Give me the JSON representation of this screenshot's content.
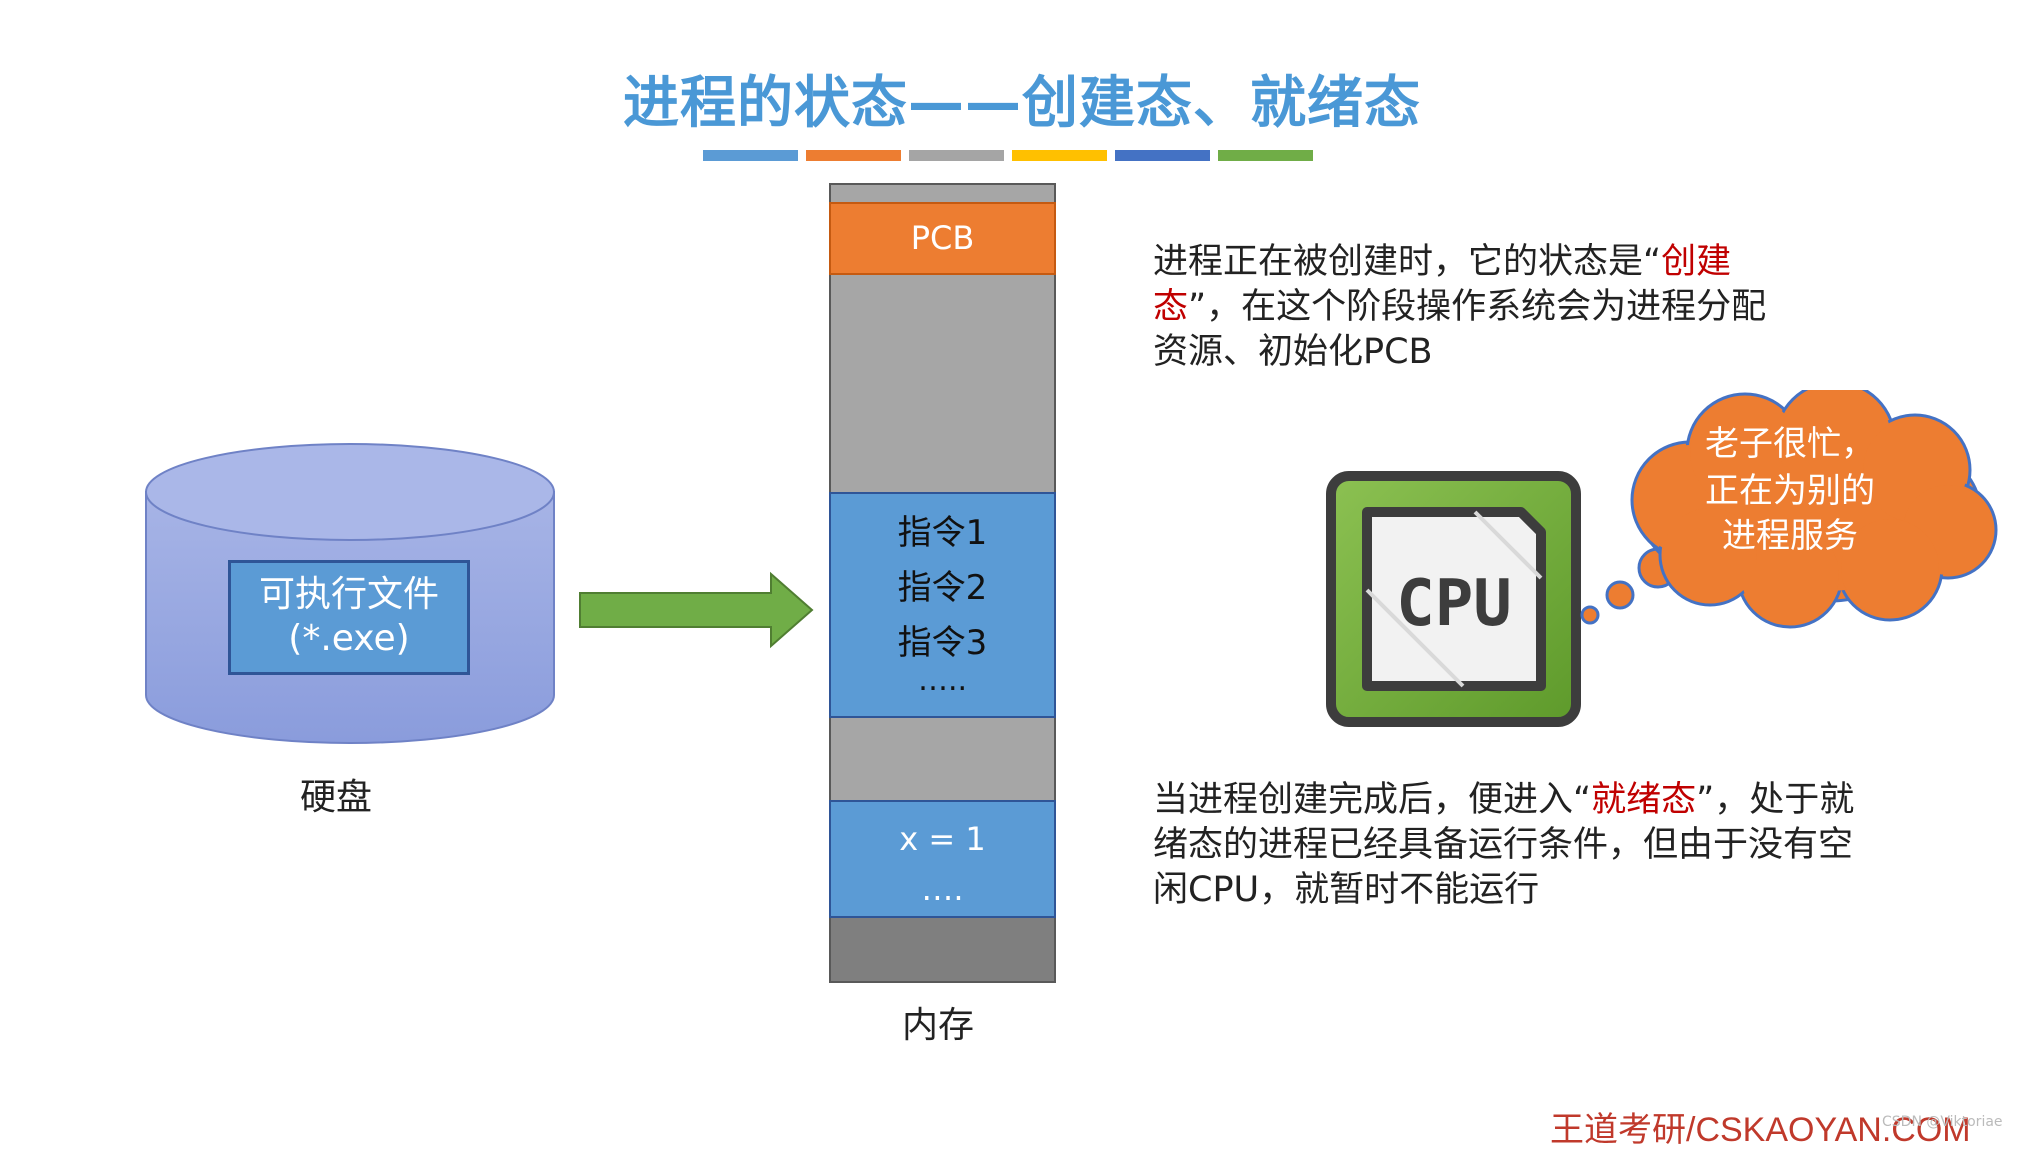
{
  "title": "进程的状态——创建态、就绪态",
  "title_bar_colors": [
    "#5b9bd5",
    "#ed7d31",
    "#a5a5a5",
    "#ffc000",
    "#4472c4",
    "#70ad47"
  ],
  "disk": {
    "file_label": "可执行文件",
    "file_ext": "(*.exe)",
    "label": "硬盘"
  },
  "memory": {
    "pcb": "PCB",
    "instructions": [
      "指令1",
      "指令2",
      "指令3"
    ],
    "instructions_more": "…..",
    "data_line": "x = 1",
    "data_more": "….",
    "label": "内存"
  },
  "para1": {
    "part1": "进程正在被创建时，它的状态是“",
    "highlight": "创建态",
    "part2": "”，在这个阶段操作系统会为进程分配资源、初始化PCB"
  },
  "para2": {
    "part1": "当进程创建完成后，便进入“",
    "highlight": "就绪态",
    "part2": "”，处于就绪态的进程已经具备运行条件，但由于没有空闲CPU，就暂时不能运行"
  },
  "cpu": {
    "text": "CPU",
    "icon": "cpu-chip-icon"
  },
  "cloud": {
    "lines": [
      "老子很忙，",
      "正在为别的",
      "进程服务"
    ]
  },
  "footer": "王道考研/CSKAOYAN.COM",
  "watermark": "CSDN @Viktoriae"
}
